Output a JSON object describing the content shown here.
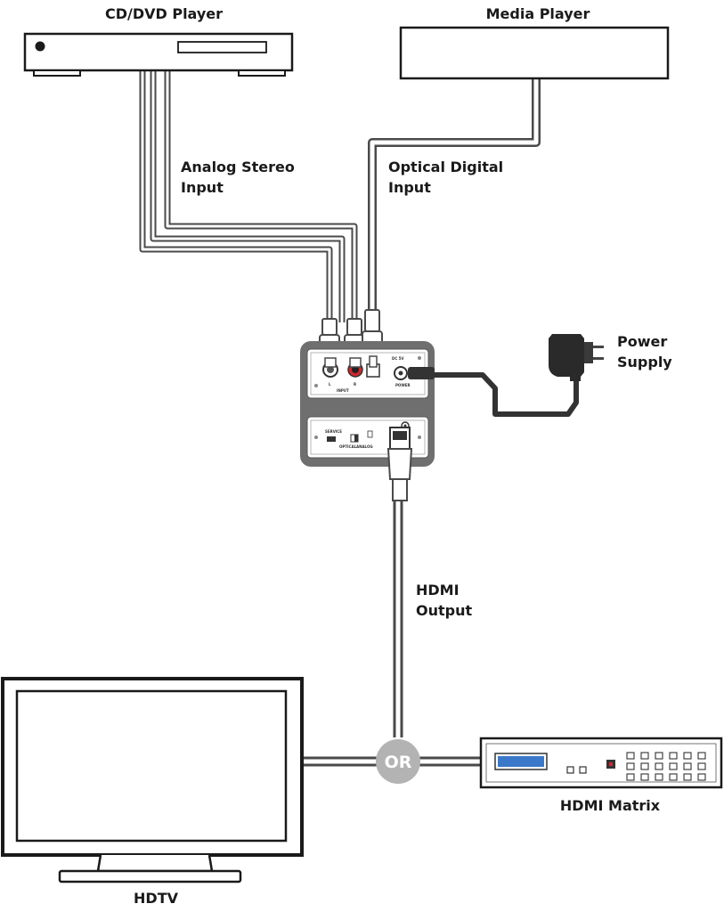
{
  "labels": {
    "cd_player": "CD/DVD Player",
    "media_player": "Media Player",
    "analog_line1": "Analog Stereo",
    "analog_line2": "Input",
    "optical_line1": "Optical Digital",
    "optical_line2": "Input",
    "power_line1": "Power",
    "power_line2": "Supply",
    "hdmi_line1": "HDMI",
    "hdmi_line2": "Output",
    "or": "OR",
    "hdtv": "HDTV",
    "hdmi_matrix": "HDMI Matrix"
  },
  "device_panel": {
    "top": {
      "jack_l": "L",
      "jack_r": "R",
      "input_label": "INPUT",
      "dc_label": "DC 5V",
      "power_label": "POWER"
    },
    "bottom": {
      "service": "SERVICE",
      "optical": "OPTICAL",
      "analog": "ANALOG"
    }
  },
  "colors": {
    "cable_outer": "#4a4a4a",
    "cable_inner": "#ffffff",
    "device_grey": "#6f6f6f",
    "panel_white": "#ffffff",
    "or_circle": "#b3b3b3",
    "matrix_screen": "#3a78c9",
    "red_jack": "#d0282e"
  }
}
